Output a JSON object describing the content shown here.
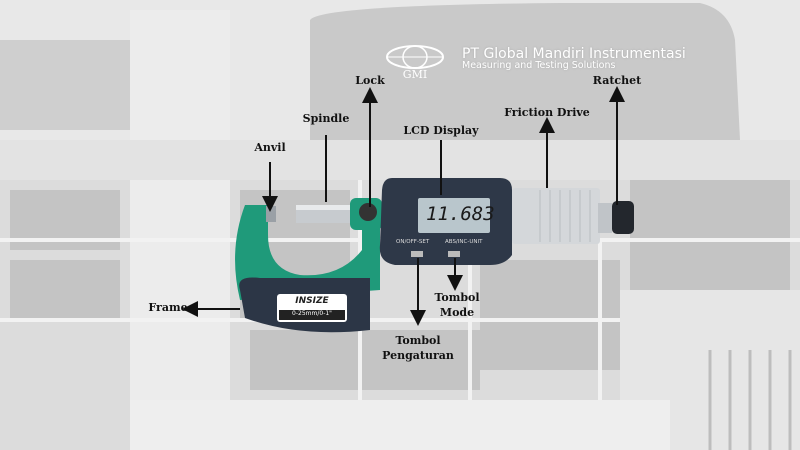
{
  "brand": {
    "logo_text": "GMI",
    "company": "PT Global Mandiri Instrumentasi",
    "tagline": "Measuring and Testing Solutions"
  },
  "device": {
    "lcd_reading": "11.683",
    "button_left_label": "ON/OFF-SET",
    "button_right_label": "ABS/INC-UNIT",
    "frame_brand": "INSIZE",
    "frame_range": "0-25mm/0-1\""
  },
  "labels": {
    "anvil": "Anvil",
    "spindle": "Spindle",
    "lock": "Lock",
    "lcd_display": "LCD Display",
    "friction_drive": "Friction Drive",
    "ratchet": "Ratchet",
    "frame": "Frame",
    "tombol_mode_1": "Tombol",
    "tombol_mode_2": "Mode",
    "tombol_pengaturan_1": "Tombol",
    "tombol_pengaturan_2": "Pengaturan"
  },
  "colors": {
    "frame_green": "#1f9a7a",
    "body_dark": "#2e3848",
    "lcd": "#b9c6cc"
  }
}
